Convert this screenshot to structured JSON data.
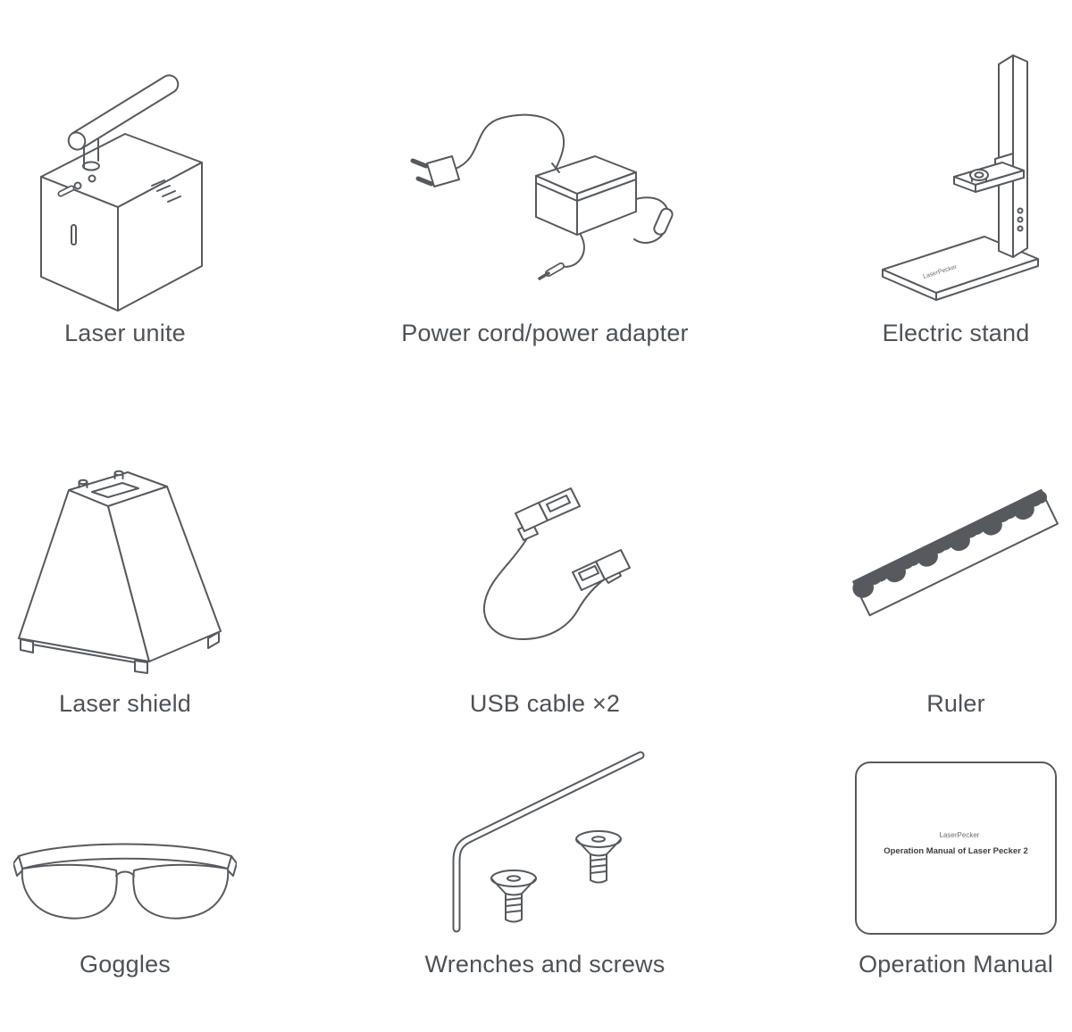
{
  "items": [
    {
      "label": "Laser unite"
    },
    {
      "label": "Power cord/power adapter"
    },
    {
      "label": "Electric stand"
    },
    {
      "label": "Laser shield"
    },
    {
      "label": "USB cable ×2"
    },
    {
      "label": "Ruler"
    },
    {
      "label": "Goggles"
    },
    {
      "label": "Wrenches and screws"
    },
    {
      "label": "Operation Manual"
    }
  ],
  "illustration_text": {
    "stand_base_logo": "LaserPecker",
    "manual_logo": "LaserPecker",
    "manual_title": "Operation Manual of Laser Pecker 2"
  },
  "colors": {
    "line": "#565a5e",
    "label_text": "#4d5257",
    "background": "#ffffff"
  }
}
